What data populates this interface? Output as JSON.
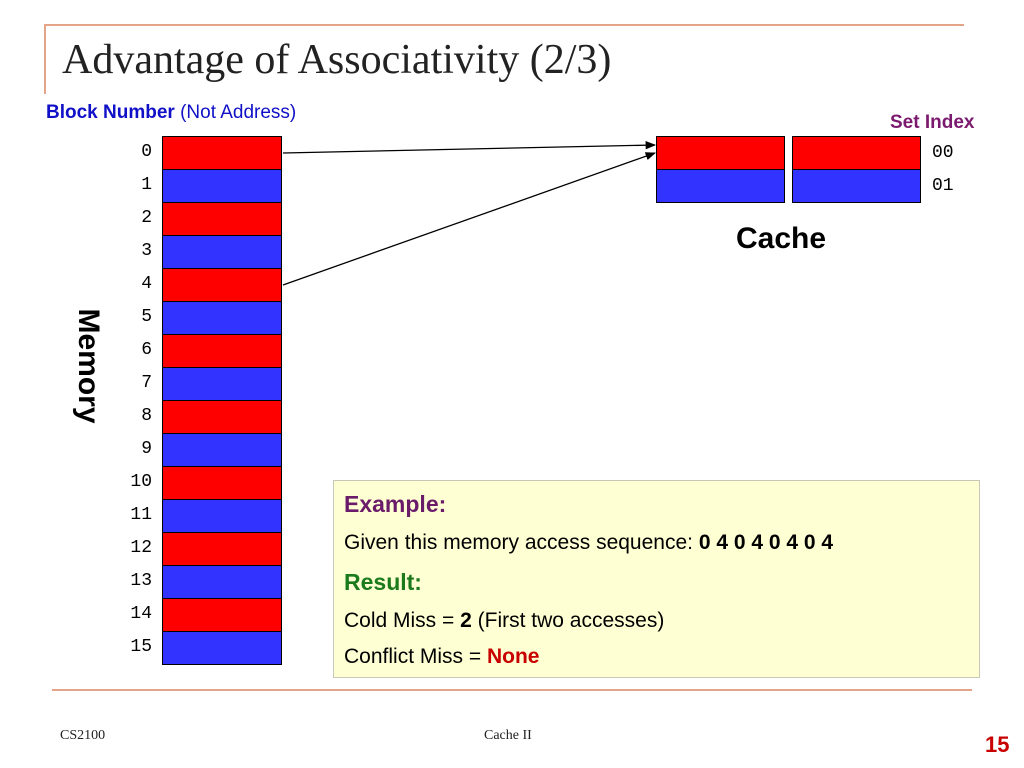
{
  "slide": {
    "title": "Advantage of Associativity (2/3)",
    "block_label_bold": "Block Number",
    "block_label_rest": " (Not Address)",
    "set_index_label": "Set Index",
    "memory_label": "Memory",
    "cache_label": "Cache",
    "footer_left": "CS2100",
    "footer_center": "Cache II",
    "page_number": "15"
  },
  "colors": {
    "red_block": "#ff0000",
    "blue_block": "#3333ff"
  },
  "memory": {
    "blocks": [
      {
        "number": "0",
        "color": "red"
      },
      {
        "number": "1",
        "color": "blue"
      },
      {
        "number": "2",
        "color": "red"
      },
      {
        "number": "3",
        "color": "blue"
      },
      {
        "number": "4",
        "color": "red"
      },
      {
        "number": "5",
        "color": "blue"
      },
      {
        "number": "6",
        "color": "red"
      },
      {
        "number": "7",
        "color": "blue"
      },
      {
        "number": "8",
        "color": "red"
      },
      {
        "number": "9",
        "color": "blue"
      },
      {
        "number": "10",
        "color": "red"
      },
      {
        "number": "11",
        "color": "blue"
      },
      {
        "number": "12",
        "color": "red"
      },
      {
        "number": "13",
        "color": "blue"
      },
      {
        "number": "14",
        "color": "red"
      },
      {
        "number": "15",
        "color": "blue"
      }
    ]
  },
  "cache": {
    "sets": [
      {
        "index": "00",
        "ways": [
          "red",
          "red"
        ]
      },
      {
        "index": "01",
        "ways": [
          "blue",
          "blue"
        ]
      }
    ]
  },
  "arrows": [
    {
      "from_block": "0",
      "to_set": "00"
    },
    {
      "from_block": "4",
      "to_set": "00"
    }
  ],
  "example": {
    "heading": "Example:",
    "sequence_text": "Given this memory access sequence: ",
    "sequence_values": "0 4 0 4 0 4 0 4",
    "result_heading": "Result:",
    "cold_text": "Cold Miss = ",
    "cold_value": "2",
    "cold_note": " (First two accesses)",
    "conflict_text": "Conflict Miss = ",
    "conflict_value": "None"
  }
}
